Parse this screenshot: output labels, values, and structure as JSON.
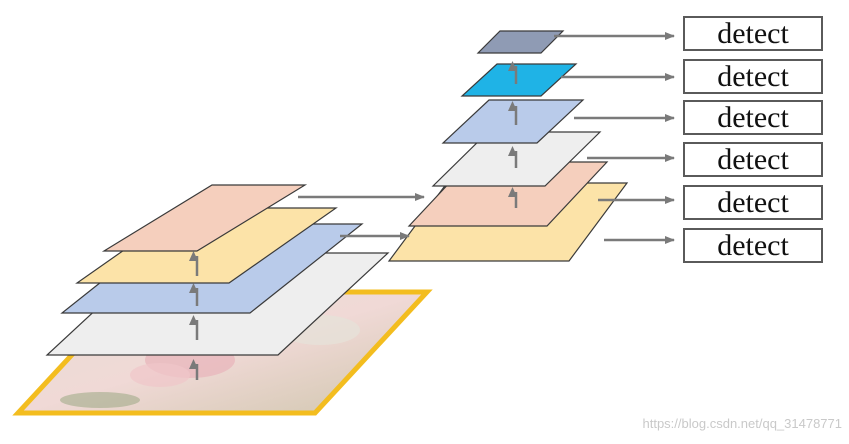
{
  "diagram": {
    "detect_labels": [
      "detect",
      "detect",
      "detect",
      "detect",
      "detect",
      "detect"
    ],
    "watermark": "https://blog.csdn.net/qq_31478771"
  },
  "colors": {
    "peach": "#f5cfbd",
    "yellow": "#fce3a8",
    "blue": "#b9cbea",
    "light_gray": "#eeeeee",
    "cyan": "#1fb3e6",
    "slate": "#8f9bb4",
    "image_border": "#f3bd1f",
    "arrow": "#7a7a7a",
    "outline": "#3a3a3a"
  },
  "icons": {
    "input_image": "flower-photo-thumbnail",
    "arrow": "arrow-right-icon",
    "up_arrow": "arrow-up-icon"
  }
}
